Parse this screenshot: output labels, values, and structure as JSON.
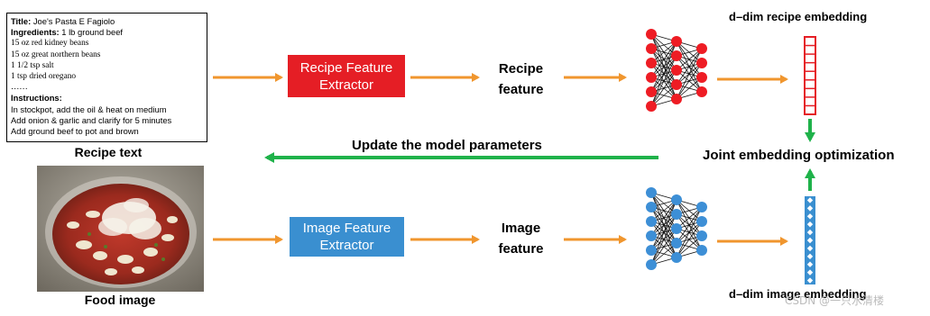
{
  "recipe_text": {
    "title_label": "Title:",
    "title_value": " Joe's Pasta E Fagiolo",
    "ingredients_label": "Ingredients:",
    "ingredients_first": " 1 lb ground beef",
    "ingredients": [
      "15 oz red kidney beans",
      "15 oz great northern beans",
      "1 1/2 tsp salt",
      "1 tsp dried oregano",
      "……"
    ],
    "instructions_label": "Instructions:",
    "instructions": [
      "In stockpot, add the oil & heat on medium",
      "Add onion & garlic and clarify for 5 minutes",
      "Add ground beef to pot and brown"
    ],
    "caption": "Recipe text"
  },
  "food_image": {
    "caption": "Food image"
  },
  "recipe_branch": {
    "extractor_line1": "Recipe Feature",
    "extractor_line2": "Extractor",
    "feature_line1": "Recipe",
    "feature_line2": "feature",
    "embedding_label": "d–dim recipe embedding"
  },
  "image_branch": {
    "extractor_line1": "Image Feature",
    "extractor_line2": "Extractor",
    "feature_line1": "Image",
    "feature_line2": "feature",
    "embedding_label": "d–dim image embedding"
  },
  "update_label": "Update the model parameters",
  "joint_label": "Joint embedding optimization",
  "watermark": "CSDN @一只水清楼",
  "colors": {
    "orange_arrow": "#f0962e",
    "green_arrow": "#1fb24a",
    "recipe_red": "#e51e25",
    "image_blue": "#3a8fd0",
    "node_red": "#ee1c24",
    "node_blue": "#3d8fd6"
  }
}
